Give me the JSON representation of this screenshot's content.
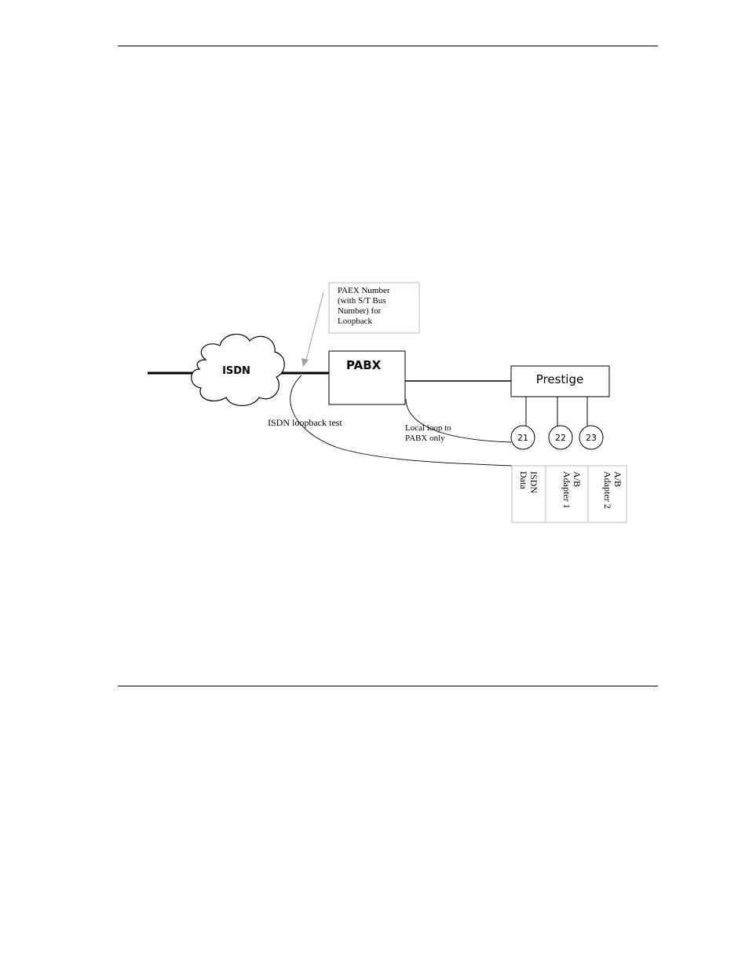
{
  "diagram": {
    "callout": {
      "lines": [
        "PAEX Number",
        "(with S/T Bus",
        "Number) for",
        "Loopback"
      ]
    },
    "cloud_label": "ISDN",
    "pabx_label": "PABX",
    "prestige_label": "Prestige",
    "isdn_loopback_label": "ISDN loopback test",
    "local_loop_lines": [
      "Local loop to",
      "PABX only"
    ],
    "ports": [
      "21",
      "22",
      "23"
    ],
    "adapters": [
      {
        "line1": "ISDN",
        "line2": "Data"
      },
      {
        "line1": "A/B",
        "line2": "Adapter 1"
      },
      {
        "line1": "A/B",
        "line2": "Adapter 2"
      }
    ]
  }
}
